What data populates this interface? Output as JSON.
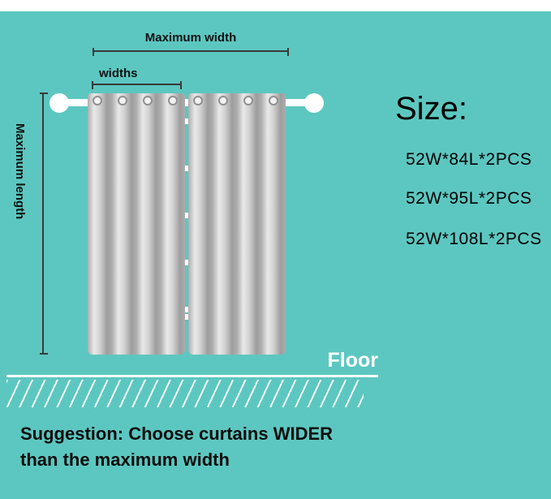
{
  "colors": {
    "background_teal": "#5cc7c0",
    "curtain_gray": "#c9c9c9",
    "line_dark": "#3a3a3a",
    "text_black": "#0d0d0d",
    "white": "#ffffff"
  },
  "annotations": {
    "max_width_label": "Maximum width",
    "widths_label": "widths",
    "max_length_label": "Maximum length",
    "floor_label": "Floor"
  },
  "size_panel": {
    "title": "Size:",
    "options": [
      "52W*84L*2PCS",
      "52W*95L*2PCS",
      "52W*108L*2PCS"
    ]
  },
  "suggestion": {
    "line1": "Suggestion: Choose curtains WIDER",
    "line2": "than the maximum width"
  }
}
